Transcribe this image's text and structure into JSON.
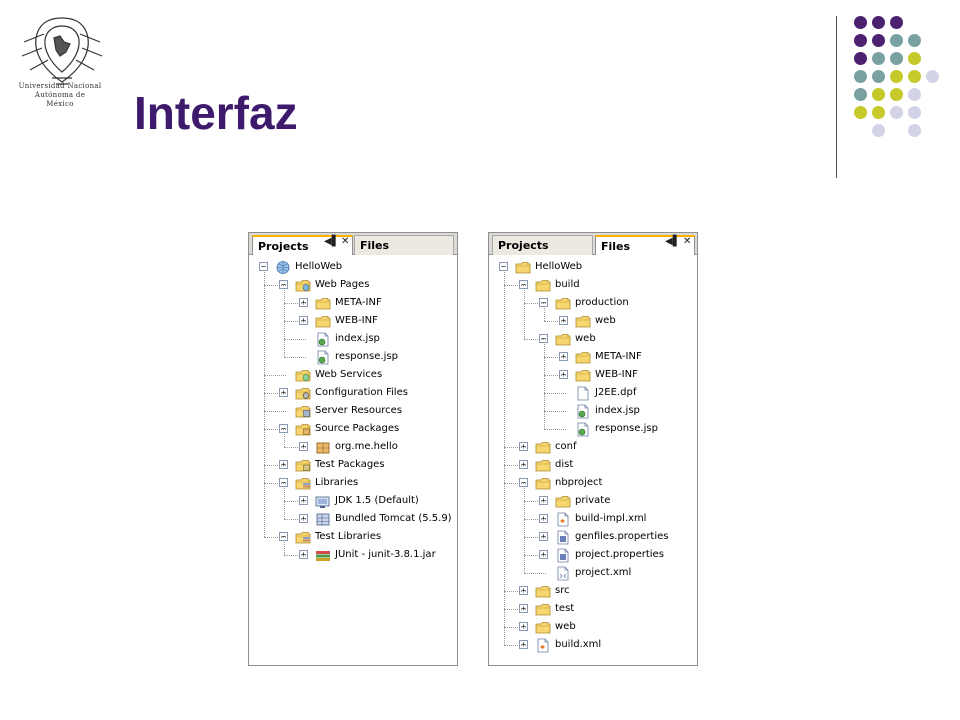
{
  "slide": {
    "title": "Interfaz",
    "logo_text": [
      "Universidad Nacional",
      "Autónoma de",
      "México"
    ]
  },
  "colors": {
    "title": "#3d1a6b",
    "dot_purple": "#4b2170",
    "dot_teal": "#7aa1a1",
    "dot_lime": "#c5c92a",
    "dot_lavender": "#d3d3e8",
    "tab_highlight": "#ffb000"
  },
  "projects_panel": {
    "tabs": [
      {
        "label": "Projects",
        "active": true
      },
      {
        "label": "Files",
        "active": false
      }
    ],
    "controls": [
      "◀▌",
      "✕"
    ],
    "tree": [
      {
        "label": "HelloWeb",
        "icon": "web-project-icon",
        "expander": "−"
      },
      {
        "label": "Web Pages",
        "icon": "web-pages-folder-icon",
        "expander": "−"
      },
      {
        "label": "META-INF",
        "icon": "folder-icon",
        "expander": "+"
      },
      {
        "label": "WEB-INF",
        "icon": "folder-icon",
        "expander": "+"
      },
      {
        "label": "index.jsp",
        "icon": "jsp-file-icon",
        "expander": ""
      },
      {
        "label": "response.jsp",
        "icon": "jsp-file-icon",
        "expander": ""
      },
      {
        "label": "Web Services",
        "icon": "web-services-folder-icon",
        "expander": ""
      },
      {
        "label": "Configuration Files",
        "icon": "config-folder-icon",
        "expander": "+"
      },
      {
        "label": "Server Resources",
        "icon": "server-folder-icon",
        "expander": ""
      },
      {
        "label": "Source Packages",
        "icon": "source-packages-icon",
        "expander": "−"
      },
      {
        "label": "org.me.hello",
        "icon": "package-icon",
        "expander": "+"
      },
      {
        "label": "Test Packages",
        "icon": "test-packages-icon",
        "expander": "+"
      },
      {
        "label": "Libraries",
        "icon": "libraries-icon",
        "expander": "−"
      },
      {
        "label": "JDK 1.5 (Default)",
        "icon": "jdk-icon",
        "expander": "+"
      },
      {
        "label": "Bundled Tomcat (5.5.9)",
        "icon": "tomcat-library-icon",
        "expander": "+"
      },
      {
        "label": "Test Libraries",
        "icon": "libraries-icon",
        "expander": "−"
      },
      {
        "label": "JUnit - junit-3.8.1.jar",
        "icon": "jar-icon",
        "expander": "+"
      }
    ]
  },
  "files_panel": {
    "tabs": [
      {
        "label": "Projects",
        "active": false
      },
      {
        "label": "Files",
        "active": true
      }
    ],
    "controls": [
      "◀▌",
      "✕"
    ],
    "tree": [
      {
        "label": "HelloWeb",
        "icon": "folder-icon",
        "expander": "−"
      },
      {
        "label": "build",
        "icon": "folder-icon",
        "expander": "−"
      },
      {
        "label": "production",
        "icon": "folder-icon",
        "expander": "−"
      },
      {
        "label": "web",
        "icon": "folder-icon",
        "expander": "+"
      },
      {
        "label": "web",
        "icon": "folder-icon",
        "expander": "−"
      },
      {
        "label": "META-INF",
        "icon": "folder-icon",
        "expander": "+"
      },
      {
        "label": "WEB-INF",
        "icon": "folder-icon",
        "expander": "+"
      },
      {
        "label": "J2EE.dpf",
        "icon": "file-icon",
        "expander": ""
      },
      {
        "label": "index.jsp",
        "icon": "jsp-file-icon",
        "expander": ""
      },
      {
        "label": "response.jsp",
        "icon": "jsp-file-icon",
        "expander": ""
      },
      {
        "label": "conf",
        "icon": "folder-icon",
        "expander": "+"
      },
      {
        "label": "dist",
        "icon": "folder-icon",
        "expander": "+"
      },
      {
        "label": "nbproject",
        "icon": "folder-icon",
        "expander": "−"
      },
      {
        "label": "private",
        "icon": "folder-icon",
        "expander": "+"
      },
      {
        "label": "build-impl.xml",
        "icon": "xml-build-icon",
        "expander": "+"
      },
      {
        "label": "genfiles.properties",
        "icon": "properties-file-icon",
        "expander": "+"
      },
      {
        "label": "project.properties",
        "icon": "properties-file-icon",
        "expander": "+"
      },
      {
        "label": "project.xml",
        "icon": "xml-file-icon",
        "expander": ""
      },
      {
        "label": "src",
        "icon": "folder-icon",
        "expander": "+"
      },
      {
        "label": "test",
        "icon": "folder-icon",
        "expander": "+"
      },
      {
        "label": "web",
        "icon": "folder-icon",
        "expander": "+"
      },
      {
        "label": "build.xml",
        "icon": "xml-build-icon",
        "expander": "+"
      }
    ]
  }
}
